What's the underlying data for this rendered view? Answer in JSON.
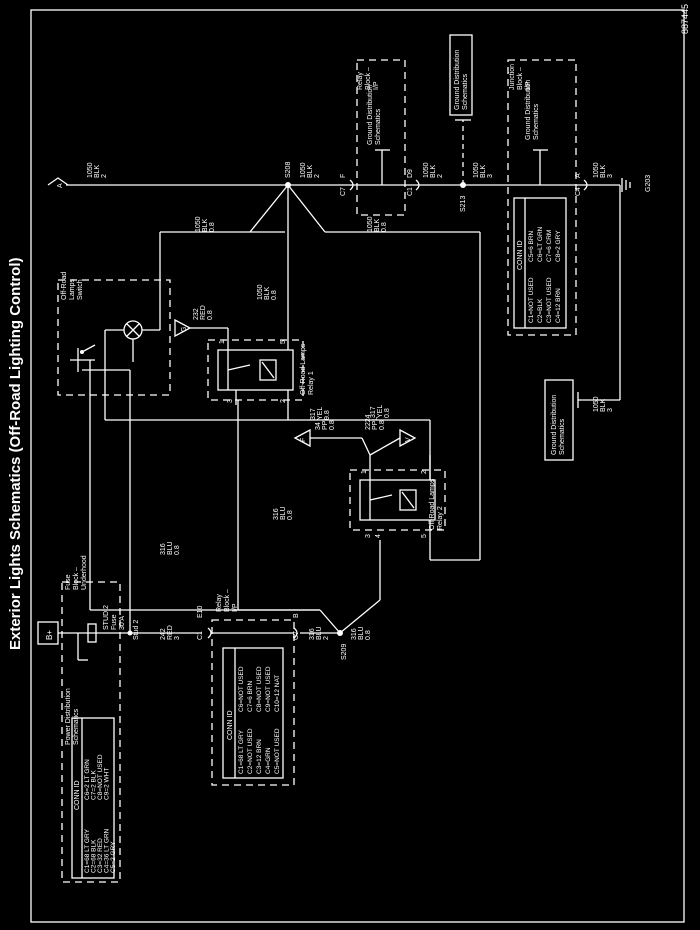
{
  "title": "Exterior Lights Schematics (Off-Road Lighting Control)",
  "figure_id": "887445",
  "labels": {
    "b_plus": "B+",
    "fuse_block": [
      "Fuse",
      "Block –",
      "Underhood"
    ],
    "power_dist": [
      "Power Distribution",
      "Schematics"
    ],
    "stud2_fuse": [
      "STUD 2",
      "Fuse",
      "30 A"
    ],
    "stud2": "Stud 2",
    "wire_242": [
      "242",
      "RED",
      "3"
    ],
    "wire_316a": [
      "316",
      "BLU",
      "0.8"
    ],
    "wire_316b": [
      "316",
      "BLU",
      "0.8"
    ],
    "wire_316c": [
      "316",
      "BLU",
      "0.8"
    ],
    "wire_316d": [
      "316",
      "BLU",
      "2"
    ],
    "e10": "E10",
    "c1_left": "C1",
    "c7_b": "C7",
    "b_pin": "B",
    "s209": "S209",
    "relay_block_ip": [
      "Relay",
      "Block –",
      "I/P"
    ],
    "offroad_switch": [
      "Off-Road",
      "Lamps",
      "Switch"
    ],
    "g_switch": "G",
    "wire_232": [
      "232",
      "RED",
      "0.8"
    ],
    "wire_1050_08a": [
      "1050",
      "BLK",
      "0.8"
    ],
    "wire_1050_08b": [
      "1050",
      "BLK",
      "0.8"
    ],
    "wire_1050_08c": [
      "1050",
      "BLK",
      "0.8"
    ],
    "relay1": [
      "Off-Road Lamps",
      "Relay 1"
    ],
    "relay2": [
      "Off-Road Lamps",
      "Relay 2"
    ],
    "wire_317a": [
      "317",
      "YEL",
      "0.8"
    ],
    "wire_317b": [
      "317",
      "YEL",
      "0.8"
    ],
    "wire_34": [
      "34",
      "PPL",
      "0.8"
    ],
    "wire_2224": [
      "2224",
      "PPL",
      "0.8"
    ],
    "f_term": "F",
    "v_term": "V",
    "a_term": "A",
    "s208": "S208",
    "s213": "S213",
    "wire_1050_2a": [
      "1050",
      "BLK",
      "2"
    ],
    "wire_1050_2b": [
      "1050",
      "BLK",
      "2"
    ],
    "wire_1050_2c": [
      "1050",
      "BLK",
      "2"
    ],
    "wire_1050_3a": [
      "1050",
      "BLK",
      "3"
    ],
    "wire_1050_3b": [
      "1050",
      "BLK",
      "3"
    ],
    "wire_1050_3c": [
      "1050",
      "BLK",
      "3"
    ],
    "c7_f": "C7",
    "f_pin": "F",
    "c1_right": "C1",
    "d9_pin": "D9",
    "c4": "C4",
    "a_pin": "A",
    "g203": "G203",
    "relay_block_ip_top": [
      "Relay",
      "Block –",
      "I/P"
    ],
    "ground_dist_a": [
      "Ground Distribution",
      "Schematics"
    ],
    "ground_dist_b": [
      "Ground Distribution",
      "Schematics"
    ],
    "ground_dist_c": [
      "Ground Distribution",
      "Schematics"
    ],
    "ground_dist_d": [
      "Ground Distribution",
      "Schematics"
    ],
    "junction_block": [
      "Junction",
      "Block –",
      "I/P"
    ],
    "relay_pins_1": [
      "1",
      "5",
      "2",
      "3"
    ],
    "relay_pins_2": [
      "1",
      "2",
      "3",
      "4",
      "5"
    ]
  },
  "conn_id_fuse_block": {
    "heading": "CONN ID",
    "rows": [
      [
        "C1=68 LT GRY",
        "C6=2 LT GRN"
      ],
      [
        "C2=68 BLK",
        "C7=2 BLK"
      ],
      [
        "C3=32 RED",
        "C8=NOT USED"
      ],
      [
        "C4=36 LT GRN",
        "C9=2 WHT"
      ],
      [
        "C5=2 GRY",
        ""
      ]
    ]
  },
  "conn_id_relay_block": {
    "heading": "CONN ID",
    "rows": [
      [
        "C1=68 LT GRY",
        "C6=NOT USED"
      ],
      [
        "C2=NOT USED",
        "C7=6 BRN"
      ],
      [
        "C3=12 BRN",
        "C8=NOT USED"
      ],
      [
        "C4=GRN",
        "C9=NOT USED"
      ],
      [
        "C5=NOT USED",
        "C10=12 NAT"
      ]
    ]
  },
  "conn_id_junction_block": {
    "heading": "CONN ID",
    "rows": [
      [
        "C1=NOT USED",
        "C5=6 BRN"
      ],
      [
        "C2=BLK",
        "C6=LT GRN"
      ],
      [
        "C3=NOT USED",
        "C7=6 CRM"
      ],
      [
        "C4=12 BRN",
        "C8=2 GRY"
      ]
    ]
  }
}
